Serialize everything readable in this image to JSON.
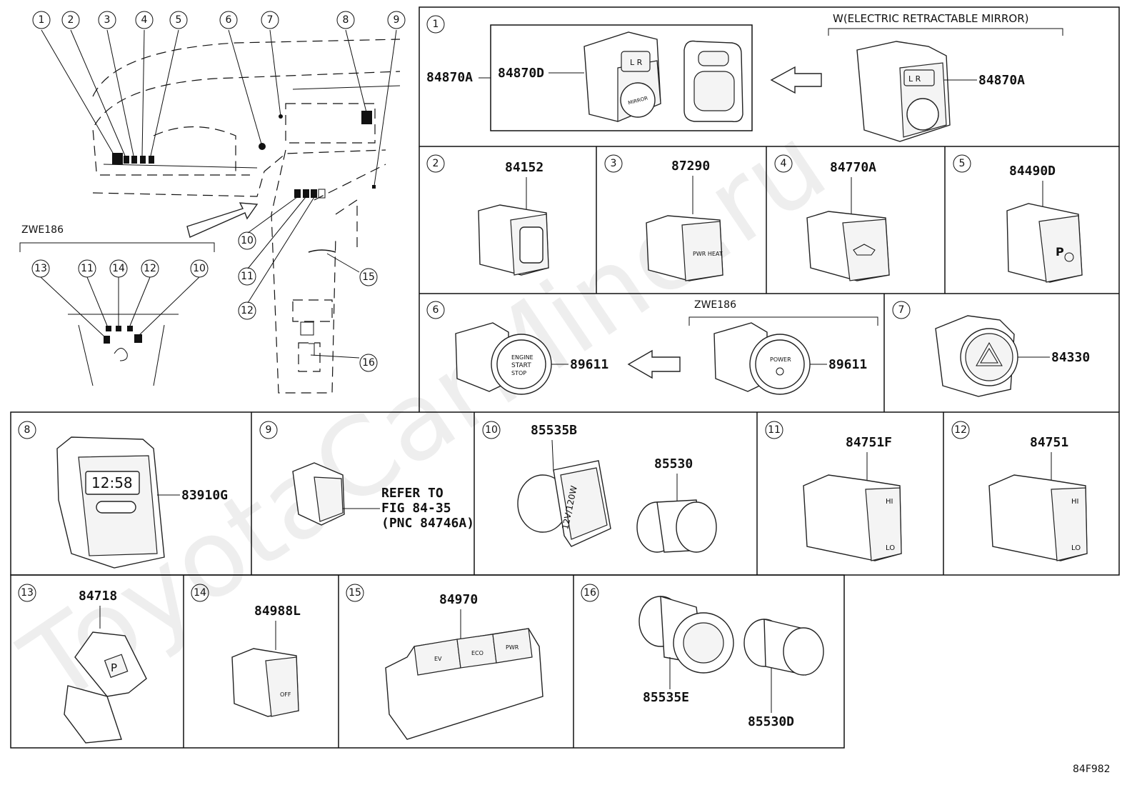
{
  "watermark": "ToyotaCarMine.ru",
  "figure_code": "84F982",
  "overview": {
    "callouts": [
      "1",
      "2",
      "3",
      "4",
      "5",
      "6",
      "7",
      "8",
      "9",
      "10",
      "11",
      "12",
      "15",
      "16"
    ],
    "inset_label": "ZWE186",
    "inset_callouts": [
      "13",
      "11",
      "14",
      "12",
      "10"
    ]
  },
  "cells": [
    {
      "index": "1",
      "variant_label": "W(ELECTRIC RETRACTABLE MIRROR)",
      "box_label": "84870A",
      "parts": [
        "84870D",
        "84870A"
      ]
    },
    {
      "index": "2",
      "parts": [
        "84152"
      ]
    },
    {
      "index": "3",
      "parts": [
        "87290"
      ]
    },
    {
      "index": "4",
      "parts": [
        "84770A"
      ]
    },
    {
      "index": "5",
      "parts": [
        "84490D"
      ]
    },
    {
      "index": "6",
      "variant_label": "ZWE186",
      "parts": [
        "89611",
        "89611"
      ]
    },
    {
      "index": "7",
      "parts": [
        "84330"
      ]
    },
    {
      "index": "8",
      "parts": [
        "83910G"
      ]
    },
    {
      "index": "9",
      "parts": [],
      "note": [
        "REFER TO",
        "FIG 84-35",
        "(PNC 84746A)"
      ]
    },
    {
      "index": "10",
      "parts": [
        "85535B",
        "85530"
      ]
    },
    {
      "index": "11",
      "parts": [
        "84751F"
      ]
    },
    {
      "index": "12",
      "parts": [
        "84751"
      ]
    },
    {
      "index": "13",
      "parts": [
        "84718"
      ]
    },
    {
      "index": "14",
      "parts": [
        "84988L"
      ]
    },
    {
      "index": "15",
      "parts": [
        "84970"
      ]
    },
    {
      "index": "16",
      "parts": [
        "85535E",
        "85530D"
      ]
    }
  ],
  "part_markings": {
    "clock": "12:58",
    "socket": "12V/120W",
    "power": "POWER",
    "engine": [
      "ENGINE",
      "START",
      "STOP"
    ],
    "mirror_lr": "L  R",
    "hi": "HI",
    "lo": "LO",
    "pwr_heat": "PWR HEAT",
    "p": "P",
    "ev": "EV",
    "eco": "ECO",
    "pwr": "PWR",
    "off": "OFF"
  }
}
